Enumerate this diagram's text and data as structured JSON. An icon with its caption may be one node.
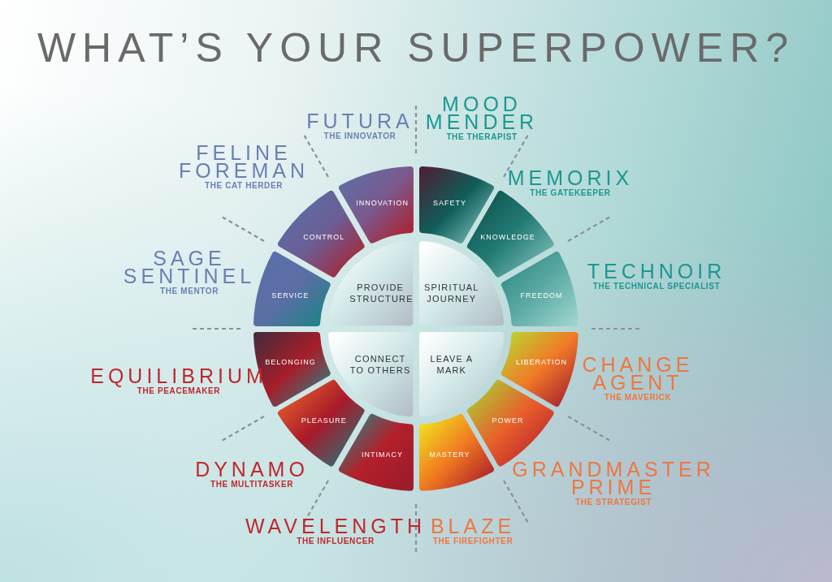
{
  "diagram": {
    "title": "WHAT’S YOUR SUPERPOWER?",
    "nodes": [
      {
        "text": [
          "PROVIDE STRUCTURE"
        ]
      },
      {
        "text": [
          "SPIRITUAL JOURNEY"
        ]
      },
      {
        "text": [
          "CONNECT TO OTHERS"
        ]
      },
      {
        "text": [
          "LEAVE A MARK"
        ]
      },
      {
        "text": [
          "SAFETY"
        ],
        "beside": [
          "MOOD MENDER",
          "THE THERAPIST"
        ]
      },
      {
        "text": [
          "KNOWLEDGE"
        ],
        "beside": [
          "MEMORIX",
          "THE GATEKEEPER"
        ]
      },
      {
        "text": [
          "FREEDOM"
        ],
        "beside": [
          "TECHNOIR",
          "THE TECHNICAL SPECIALIST"
        ]
      },
      {
        "text": [
          "LIBERATION"
        ],
        "beside": [
          "CHANGE AGENT",
          "THE MAVERICK"
        ]
      },
      {
        "text": [
          "POWER"
        ],
        "beside": [
          "GRANDMASTER PRIME",
          "THE STRATEGIST"
        ]
      },
      {
        "text": [
          "MASTERY"
        ],
        "beside": [
          "BLAZE",
          "THE FIREFIGHTER"
        ]
      },
      {
        "text": [
          "INTIMACY"
        ],
        "beside": [
          "WAVELENGTH",
          "THE INFLUENCER"
        ]
      },
      {
        "text": [
          "PLEASURE"
        ],
        "beside": [
          "DYNAMO",
          "THE MULTITASKER"
        ]
      },
      {
        "text": [
          "BELONGING"
        ],
        "beside": [
          "EQUILIBRIUM",
          "THE PEACEMAKER"
        ]
      },
      {
        "text": [
          "SERVICE"
        ],
        "beside": [
          "SAGE SENTINEL",
          "THE MENTOR"
        ]
      },
      {
        "text": [
          "CONTROL"
        ],
        "beside": [
          "FELINE FOREMAN",
          "THE CAT HERDER"
        ]
      },
      {
        "text": [
          "INNOVATION"
        ],
        "beside": [
          "FUTURA",
          "THE INNOVATOR"
        ]
      }
    ],
    "edges": []
  }
}
